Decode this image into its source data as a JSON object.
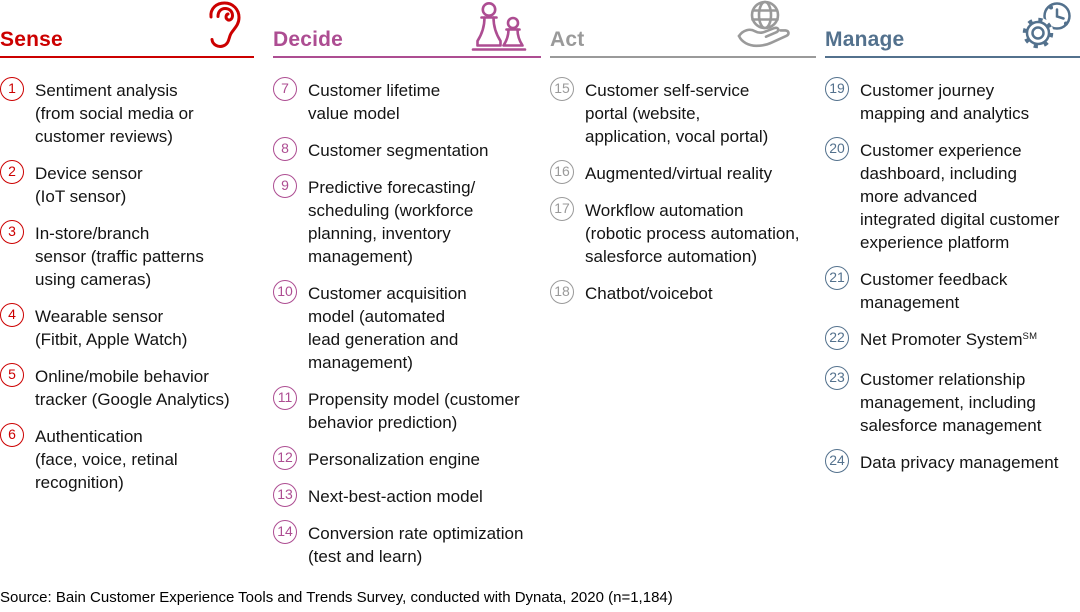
{
  "columns": [
    {
      "label": "Sense",
      "color": "#cc0000",
      "icon": "ear-icon",
      "items": [
        {
          "num": "1",
          "text": "Sentiment analysis\n(from social media or\ncustomer reviews)"
        },
        {
          "num": "2",
          "text": "Device sensor\n(IoT sensor)"
        },
        {
          "num": "3",
          "text": "In-store/branch\nsensor (traffic patterns\nusing cameras)"
        },
        {
          "num": "4",
          "text": "Wearable sensor\n(Fitbit, Apple Watch)"
        },
        {
          "num": "5",
          "text": "Online/mobile behavior\ntracker (Google Analytics)"
        },
        {
          "num": "6",
          "text": "Authentication\n(face, voice, retinal\nrecognition)"
        }
      ]
    },
    {
      "label": "Decide",
      "color": "#ad4d92",
      "icon": "chess-pawns-icon",
      "items": [
        {
          "num": "7",
          "text": "Customer lifetime\nvalue model"
        },
        {
          "num": "8",
          "text": "Customer segmentation"
        },
        {
          "num": "9",
          "text": "Predictive forecasting/\nscheduling (workforce\nplanning, inventory\nmanagement)"
        },
        {
          "num": "10",
          "text": "Customer acquisition\nmodel (automated\nlead generation and\nmanagement)"
        },
        {
          "num": "11",
          "text": "Propensity model (customer\nbehavior prediction)"
        },
        {
          "num": "12",
          "text": "Personalization engine"
        },
        {
          "num": "13",
          "text": "Next-best-action model"
        },
        {
          "num": "14",
          "text": "Conversion rate optimization\n(test and learn)"
        }
      ]
    },
    {
      "label": "Act",
      "color": "#9a9a9a",
      "icon": "hand-globe-icon",
      "items": [
        {
          "num": "15",
          "text": "Customer self-service\nportal (website,\napplication, vocal portal)"
        },
        {
          "num": "16",
          "text": "Augmented/virtual reality"
        },
        {
          "num": "17",
          "text": "Workflow automation\n(robotic process automation,\nsalesforce automation)"
        },
        {
          "num": "18",
          "text": "Chatbot/voicebot"
        }
      ]
    },
    {
      "label": "Manage",
      "color": "#53718d",
      "icon": "gear-clock-icon",
      "items": [
        {
          "num": "19",
          "text": "Customer journey\nmapping and analytics"
        },
        {
          "num": "20",
          "text": "Customer experience\ndashboard, including\nmore advanced\nintegrated digital customer\nexperience platform"
        },
        {
          "num": "21",
          "text": "Customer feedback\nmanagement"
        },
        {
          "num": "22",
          "text": "Net Promoter System",
          "sup": "SM"
        },
        {
          "num": "23",
          "text": "Customer relationship\nmanagement, including\nsalesforce management"
        },
        {
          "num": "24",
          "text": "Data privacy management"
        }
      ]
    }
  ],
  "footer": {
    "source": "Source: Bain Customer Experience Tools and Trends Survey, conducted with Dynata, 2020 (n=1,184)"
  }
}
